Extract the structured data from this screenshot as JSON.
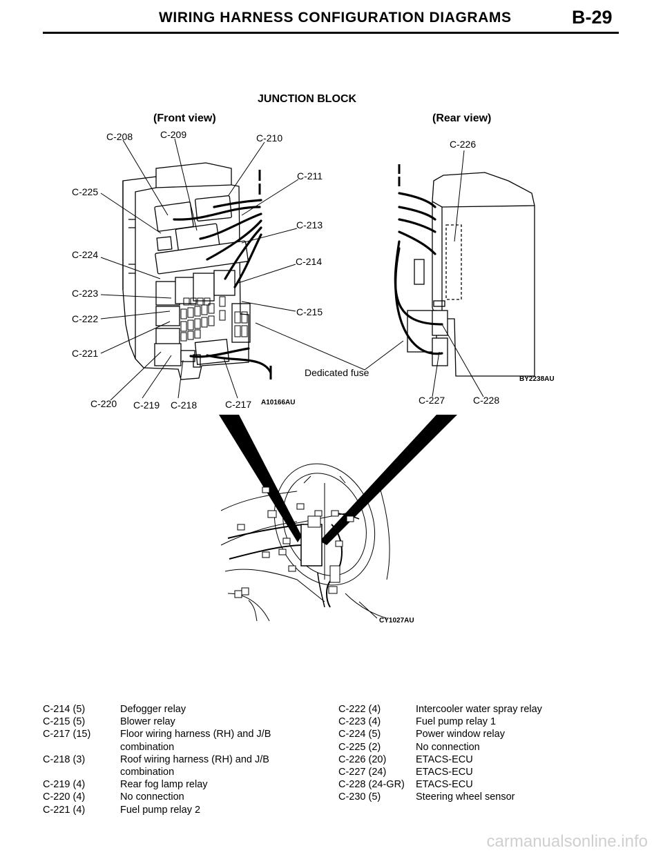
{
  "header": {
    "title": "WIRING HARNESS CONFIGURATION DIAGRAMS",
    "page": "B-29"
  },
  "diagram": {
    "title": "JUNCTION BLOCK",
    "front_view": "(Front view)",
    "rear_view": "(Rear view)",
    "labels": {
      "c208": "C-208",
      "c209": "C-209",
      "c210": "C-210",
      "c211": "C-211",
      "c213": "C-213",
      "c214": "C-214",
      "c215": "C-215",
      "c217": "C-217",
      "c218": "C-218",
      "c219": "C-219",
      "c220": "C-220",
      "c221": "C-221",
      "c222": "C-222",
      "c223": "C-223",
      "c224": "C-224",
      "c225": "C-225",
      "c226": "C-226",
      "c227": "C-227",
      "c228": "C-228",
      "dedicated_fuse": "Dedicated fuse"
    },
    "image_codes": {
      "front": "A10166AU",
      "rear": "BY2238AU",
      "dash": "CY1027AU"
    }
  },
  "legend_left": [
    {
      "code": "C-214 (5)",
      "desc": "Defogger relay"
    },
    {
      "code": "C-215 (5)",
      "desc": "Blower relay"
    },
    {
      "code": "C-217 (15)",
      "desc": "Floor wiring harness (RH) and J/B",
      "desc2": "combination"
    },
    {
      "code": "C-218 (3)",
      "desc": "Roof wiring harness (RH) and J/B",
      "desc2": "combination"
    },
    {
      "code": "C-219 (4)",
      "desc": "Rear fog lamp relay"
    },
    {
      "code": "C-220 (4)",
      "desc": "No connection"
    },
    {
      "code": "C-221 (4)",
      "desc": "Fuel pump relay 2"
    }
  ],
  "legend_right": [
    {
      "code": "C-222 (4)",
      "desc": "Intercooler water spray relay"
    },
    {
      "code": "C-223 (4)",
      "desc": "Fuel pump relay 1"
    },
    {
      "code": "C-224 (5)",
      "desc": "Power window relay"
    },
    {
      "code": "C-225 (2)",
      "desc": "No connection"
    },
    {
      "code": "C-226 (20)",
      "desc": "ETACS-ECU"
    },
    {
      "code": "C-227 (24)",
      "desc": "ETACS-ECU"
    },
    {
      "code": "C-228 (24-GR)",
      "desc": "ETACS-ECU"
    },
    {
      "code": "C-230 (5)",
      "desc": "Steering wheel sensor"
    }
  ],
  "footer": "carmanualsonline.info"
}
